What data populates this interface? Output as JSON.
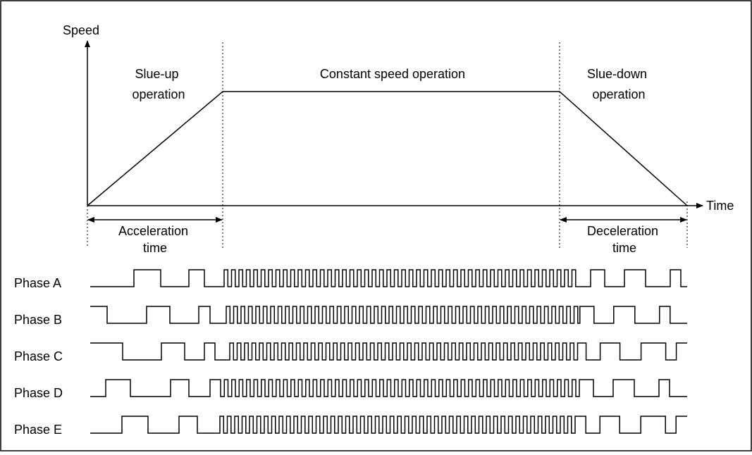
{
  "profile": {
    "y_axis_label": "Speed",
    "x_axis_label": "Time",
    "regions": {
      "slue_up": [
        "Slue-up",
        "operation"
      ],
      "constant": "Constant speed operation",
      "slue_down": [
        "Slue-down",
        "operation"
      ]
    },
    "durations": {
      "acceleration": [
        "Acceleration",
        "time"
      ],
      "deceleration": [
        "Deceleration",
        "time"
      ]
    }
  },
  "phases": [
    {
      "label": "Phase A",
      "initial": 0,
      "transitions": [
        190,
        228,
        268,
        290,
        318
      ]
    },
    {
      "label": "Phase B",
      "initial": 1,
      "transitions": [
        152,
        208,
        241,
        282,
        298,
        321
      ]
    },
    {
      "label": "Phase C",
      "initial": 1,
      "transitions": [
        174,
        229,
        262,
        290,
        305,
        326
      ]
    },
    {
      "label": "Phase D",
      "initial": 0,
      "transitions": [
        150,
        185,
        242,
        268,
        298,
        313
      ]
    },
    {
      "label": "Phase E",
      "initial": 0,
      "transitions": [
        173,
        210,
        254,
        280,
        312
      ]
    }
  ],
  "colors": {
    "ink": "#000000",
    "background": "#ffffff"
  }
}
